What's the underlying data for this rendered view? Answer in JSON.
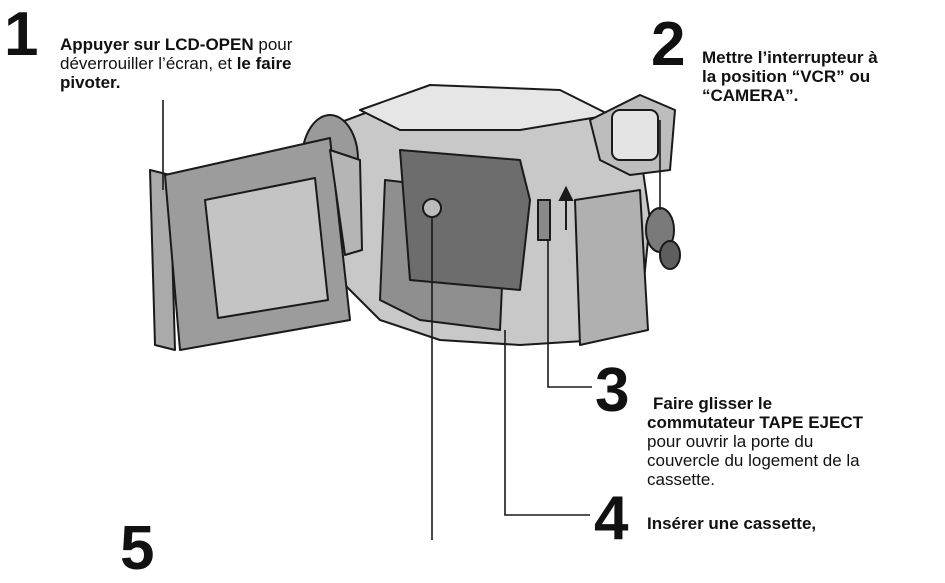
{
  "step1": {
    "number": "1",
    "bold1": "Appuyer sur LCD-OPEN",
    "t1": " pour",
    "t2": "déverrouiller l’écran, et ",
    "bold2": "le faire",
    "bold3": "pivoter."
  },
  "step2": {
    "number": "2",
    "line1": "Mettre l’interrupteur à",
    "line2": "la position “VCR” ou",
    "line3": "“CAMERA”."
  },
  "step3": {
    "number": "3",
    "line1": "Faire glisser le",
    "line2": "commutateur TAPE EJECT",
    "line3": "pour ouvrir la porte du",
    "line4": "couvercle du logement de la",
    "line5": "cassette."
  },
  "step4": {
    "number": "4",
    "line1": "Insérer une cassette,"
  },
  "step5": {
    "number": "5"
  }
}
